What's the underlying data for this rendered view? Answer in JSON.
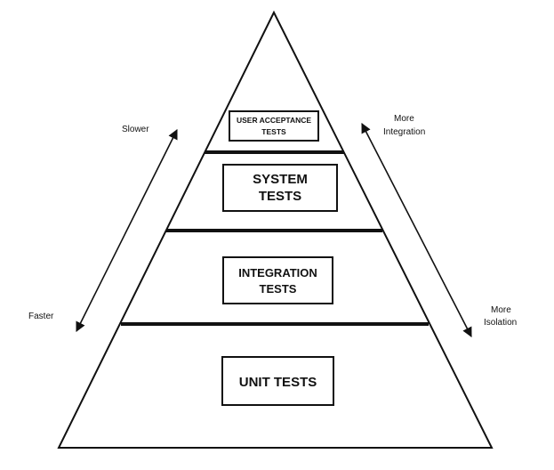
{
  "diagram": {
    "tiers": [
      {
        "lines": [
          "USER ACCEPTANCE",
          "TESTS"
        ]
      },
      {
        "lines": [
          "SYSTEM",
          "TESTS"
        ]
      },
      {
        "lines": [
          "INTEGRATION",
          "TESTS"
        ]
      },
      {
        "lines": [
          "UNIT TESTS"
        ]
      }
    ],
    "left_axis": {
      "top": "Slower",
      "bottom": "Faster"
    },
    "right_axis": {
      "top": [
        "More",
        "Integration"
      ],
      "bottom": [
        "More",
        "Isolation"
      ]
    },
    "colors": {
      "stroke": "#111111",
      "background": "#ffffff"
    }
  }
}
